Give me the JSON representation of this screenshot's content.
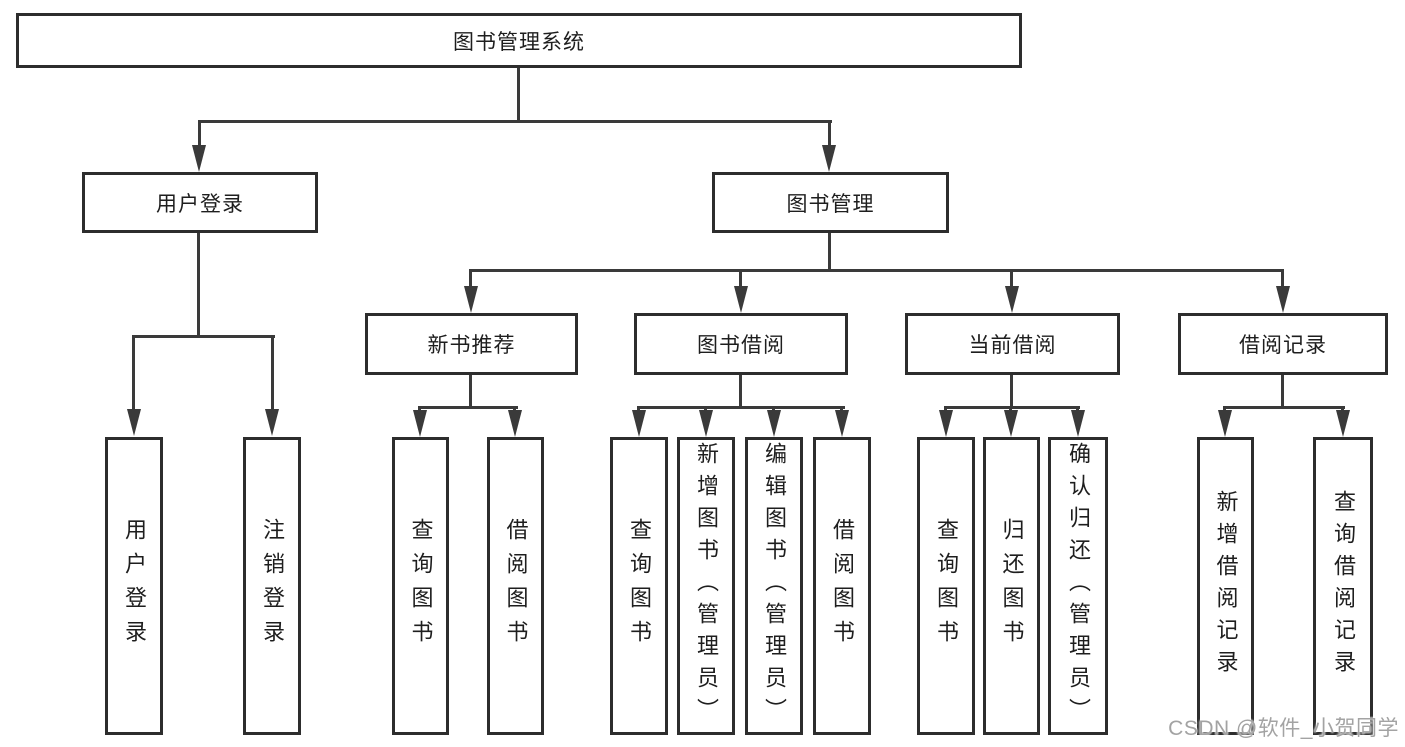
{
  "tree": {
    "label": "图书管理系统",
    "children": [
      {
        "label": "用户登录",
        "children": [
          {
            "label": "用户登录"
          },
          {
            "label": "注销登录"
          }
        ]
      },
      {
        "label": "图书管理",
        "children": [
          {
            "label": "新书推荐",
            "children": [
              {
                "label": "查询图书"
              },
              {
                "label": "借阅图书"
              }
            ]
          },
          {
            "label": "图书借阅",
            "children": [
              {
                "label": "查询图书"
              },
              {
                "label": "新增图书（管理员）"
              },
              {
                "label": "编辑图书（管理员）"
              },
              {
                "label": "借阅图书"
              }
            ]
          },
          {
            "label": "当前借阅",
            "children": [
              {
                "label": "查询图书"
              },
              {
                "label": "归还图书"
              },
              {
                "label": "确认归还（管理员）"
              }
            ]
          },
          {
            "label": "借阅记录",
            "children": [
              {
                "label": "新增借阅记录"
              },
              {
                "label": "查询借阅记录"
              }
            ]
          }
        ]
      }
    ]
  },
  "watermark": {
    "text": "CSDN @软件_小贺同学"
  },
  "colors": {
    "box_border": "#2d2d2d",
    "box_fill": "#ffffff",
    "line": "#3a3a3a",
    "text": "#1e1e1e",
    "watermark": "#a3a3a3"
  }
}
